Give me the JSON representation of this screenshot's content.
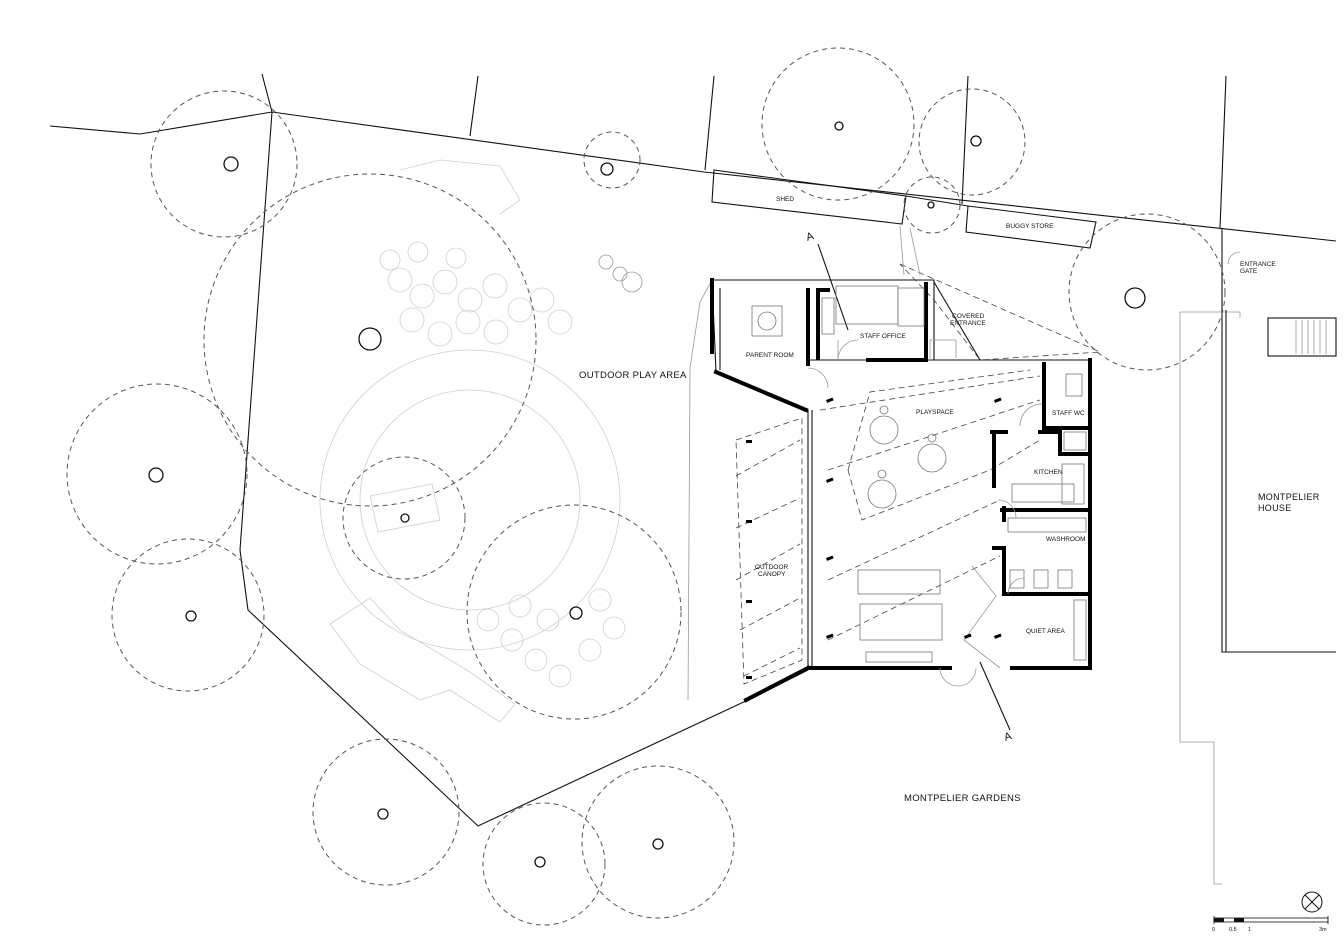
{
  "labels": {
    "outdoor_play_area": "OUTDOOR PLAY AREA",
    "montpelier_gardens": "MONTPELIER GARDENS",
    "montpelier_house_1": "MONTPELIER",
    "montpelier_house_2": "HOUSE",
    "shed": "SHED",
    "buggy_store": "BUGGY STORE",
    "entrance_gate_1": "ENTRANCE",
    "entrance_gate_2": "GATE",
    "parent_room": "PARENT ROOM",
    "staff_office": "STAFF OFFICE",
    "covered_entrance_1": "COVERED",
    "covered_entrance_2": "ENTRANCE",
    "playspace": "PLAYSPACE",
    "staff_wc": "STAFF WC",
    "kitchen": "KITCHEN",
    "washroom": "WASHROOM",
    "quiet_area": "QUIET AREA",
    "outdoor_canopy_1": "OUTDOOR",
    "outdoor_canopy_2": "CANOPY"
  },
  "section_marker": {
    "top": "A",
    "bottom": "A"
  },
  "scale_bar": {
    "ticks": [
      "0",
      "0.5",
      "1",
      "3m"
    ]
  },
  "icons": {
    "north_arrow": "north-arrow-icon"
  }
}
